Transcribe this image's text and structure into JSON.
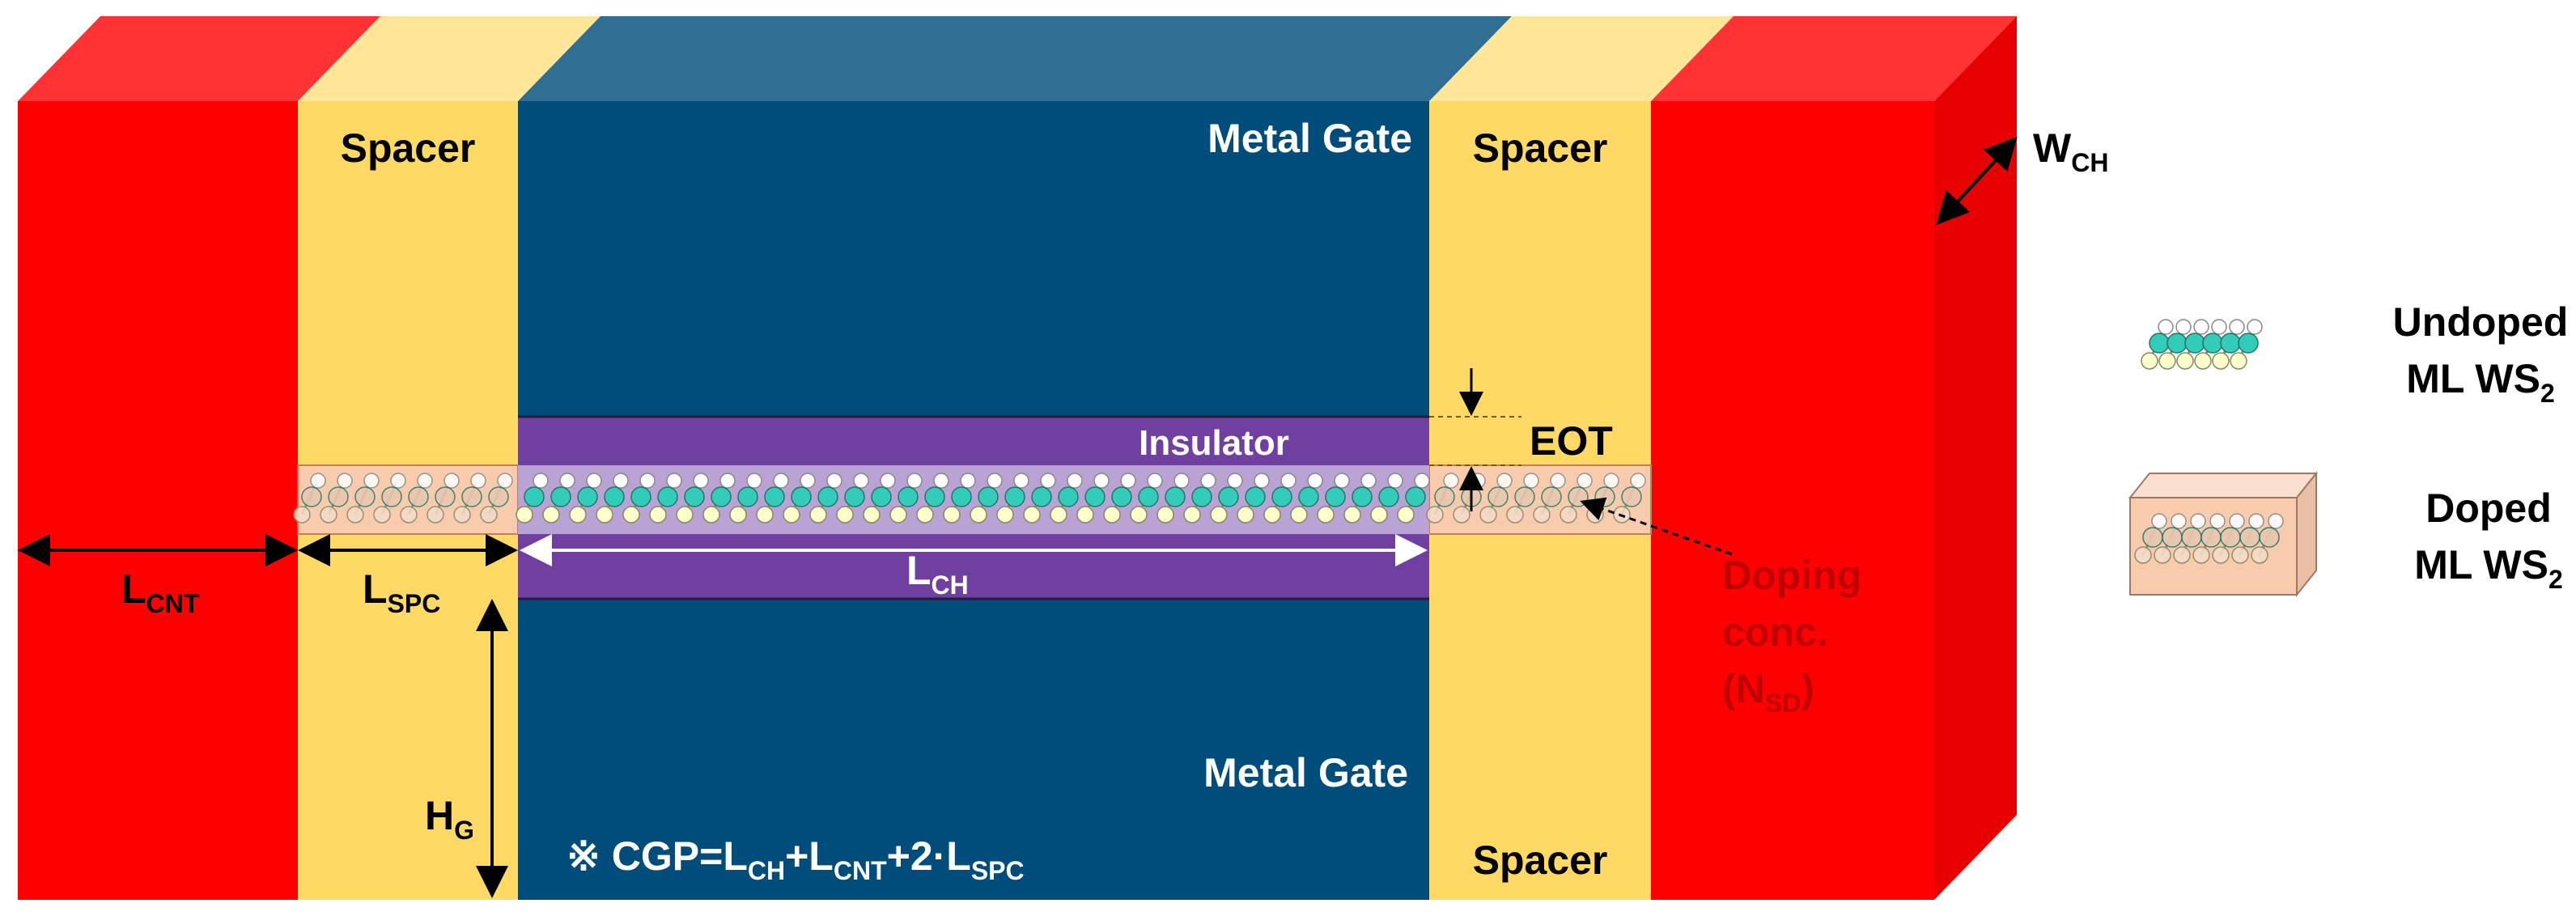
{
  "labels": {
    "spacer_top_left": "Spacer",
    "spacer_top_right": "Spacer",
    "spacer_bottom_right": "Spacer",
    "metal_gate_top": "Metal Gate",
    "metal_gate_bottom": "Metal Gate",
    "insulator": "Insulator",
    "eot": "EOT",
    "w_ch_main": "W",
    "w_ch_sub": "CH",
    "l_cnt_main": "L",
    "l_cnt_sub": "CNT",
    "l_spc_main": "L",
    "l_spc_sub": "SPC",
    "l_ch_main": "L",
    "l_ch_sub": "CH",
    "h_g_main": "H",
    "h_g_sub": "G",
    "doping_line1": "Doping",
    "doping_line2": "conc.",
    "doping_line3_open": "(N",
    "doping_line3_sub": "SD",
    "doping_line3_close": ")",
    "cgp_prefix": "※ CGP=L",
    "cgp_sub1": "CH",
    "cgp_plus1": "+L",
    "cgp_sub2": "CNT",
    "cgp_plus2": "+2·L",
    "cgp_sub3": "SPC"
  },
  "legend": {
    "undoped_line1": "Undoped",
    "undoped_line2_main": "ML WS",
    "undoped_line2_sub": "2",
    "doped_line1": "Doped",
    "doped_line2_main": "ML WS",
    "doped_line2_sub": "2"
  },
  "colors": {
    "contact": "#ff0000",
    "contact_top": "#ff3333",
    "contact_side": "#e60000",
    "spacer": "#ffd966",
    "spacer_top": "#ffe699",
    "gate": "#004c7a",
    "gate_top": "#2f6f94",
    "insulator": "#7040a0",
    "doped_channel": "#f8cbad",
    "atom_cyan": "#33ccbb",
    "atom_yellow": "#ffffcc",
    "doping_text": "#c00000"
  }
}
